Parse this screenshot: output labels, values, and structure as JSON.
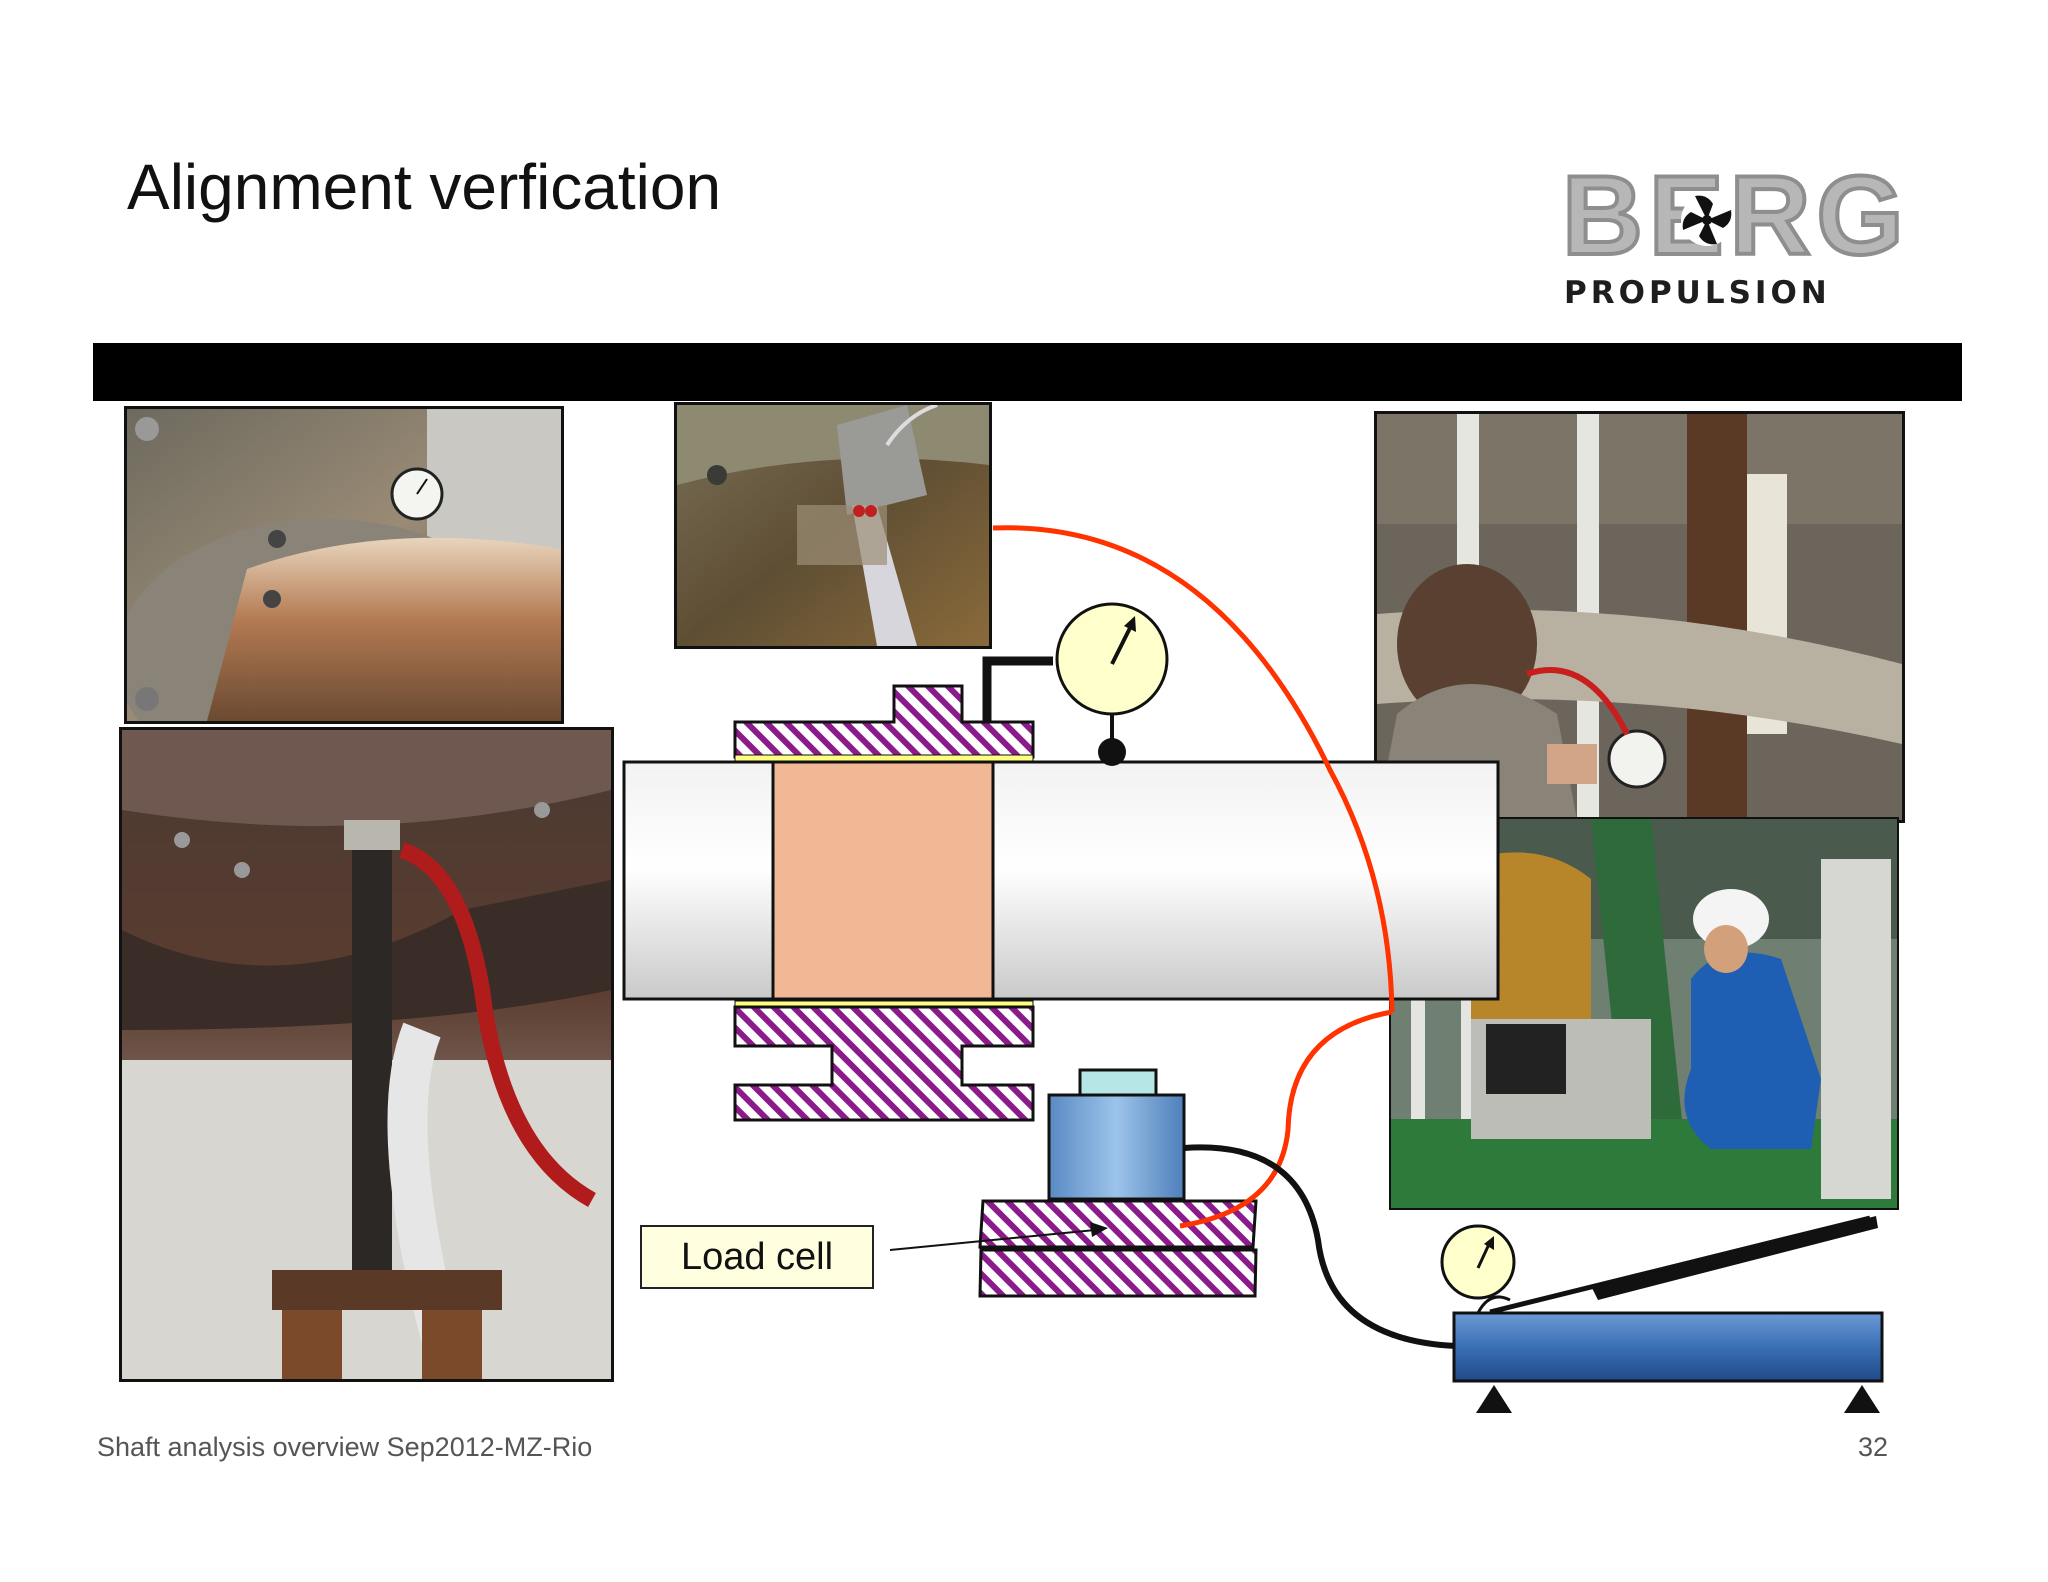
{
  "slide": {
    "title": "Alignment verfication",
    "footer_left": "Shaft analysis overview Sep2012-MZ-Rio",
    "page_number": "32"
  },
  "logo": {
    "word": "BERG",
    "subtitle": "PROPULSION"
  },
  "diagram": {
    "load_cell_label": "Load cell"
  },
  "colors": {
    "hatch": "#8b1a8b",
    "bearing_liner": "#f1b896",
    "gauge_face": "#ffffcc",
    "signal_wire": "#ff3300",
    "jack_beam": "#3a6fb5",
    "load_cell_body": "#7aa9d9"
  }
}
